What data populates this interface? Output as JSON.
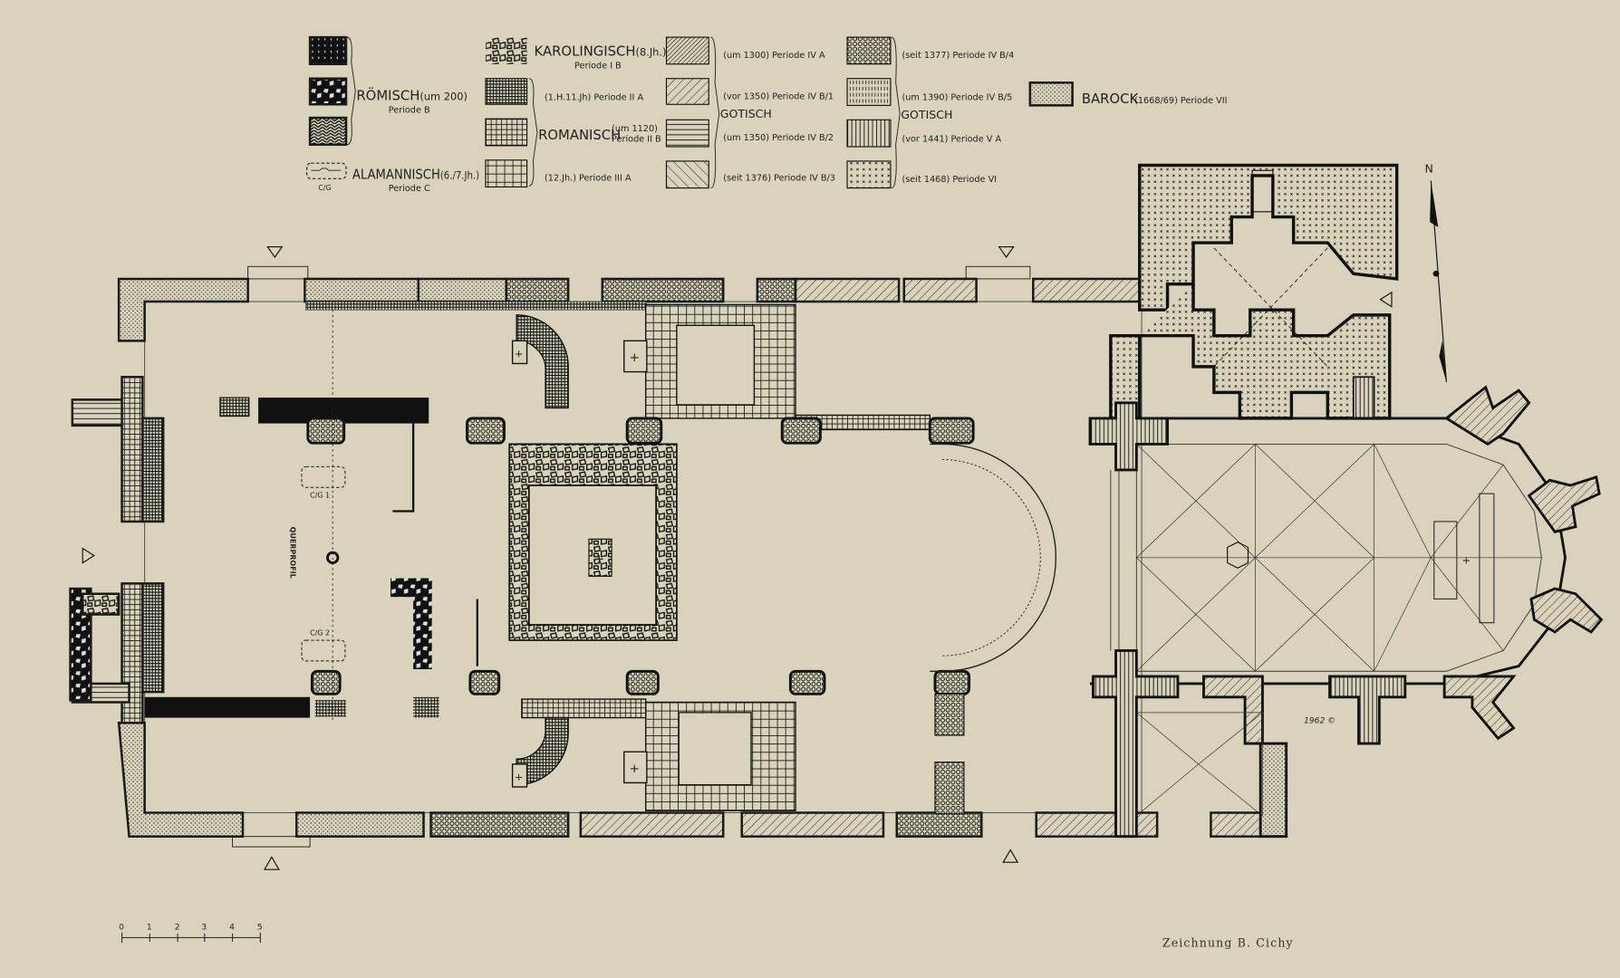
{
  "legend": {
    "romisch": {
      "label": "RÖMISCH",
      "date": "(um 200)",
      "period": "Periode B"
    },
    "alamannisch": {
      "label": "ALAMANNISCH",
      "date": "(6./7.Jh.)",
      "period": "Periode C",
      "tag": "C/G"
    },
    "karolingisch": {
      "label": "KAROLINGISCH",
      "date": "(8.Jh.)",
      "period": "Periode I B"
    },
    "romanisch": {
      "label": "ROMANISCH",
      "date": "(um 1120)",
      "period": "Periode II B",
      "items": [
        "(1.H.11.Jh) Periode II A",
        "(12.Jh.) Periode III A"
      ]
    },
    "gotisch_label": "GOTISCH",
    "gotisch_a": [
      "(um 1300) Periode IV A",
      "(vor 1350) Periode IV B/1",
      "(um 1350) Periode IV B/2",
      "(seit 1376) Periode IV B/3"
    ],
    "gotisch_b": [
      "(seit 1377) Periode IV B/4",
      "(um 1390) Periode IV B/5",
      "(vor 1441) Periode V A",
      "(seit 1468) Periode VI"
    ],
    "barock": {
      "label": "BAROCK",
      "rest": "(1668/69) Periode VII"
    }
  },
  "plan": {
    "grave_labels": [
      "C/G 1",
      "C/G 2"
    ],
    "section_label": "QUERPROFIL",
    "date_mark": "1962 ©",
    "north": "N"
  },
  "scale_bar": {
    "ticks": [
      "0",
      "1",
      "2",
      "3",
      "4",
      "5"
    ]
  },
  "credit": "Zeichnung B. Cichy",
  "colors": {
    "paper": "#d8d3ba",
    "ink": "#1a1a1a"
  }
}
